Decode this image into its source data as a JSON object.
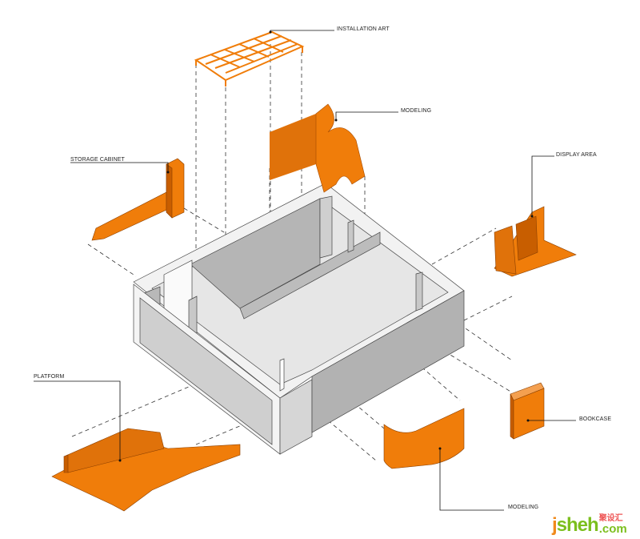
{
  "diagram": {
    "title": "Exploded axonometric of interior elements",
    "labels": {
      "installation_art": "INSTALLATION ART",
      "modeling_top": "MODELING",
      "storage_cabinet": "STORAGE CABINET",
      "display_area": "DISPLAY AREA",
      "platform": "PLATFORM",
      "bookcase": "BOOKCASE",
      "modeling_bottom": "MODELING"
    },
    "colors": {
      "element": "#f07d0a",
      "element_dark": "#c85e00",
      "shell_light": "#efefef",
      "shell_mid": "#d9d9d9",
      "shell_dark": "#b2b2b2"
    }
  },
  "watermark": {
    "logo": "jsheh.com",
    "cn": "聚设汇"
  }
}
